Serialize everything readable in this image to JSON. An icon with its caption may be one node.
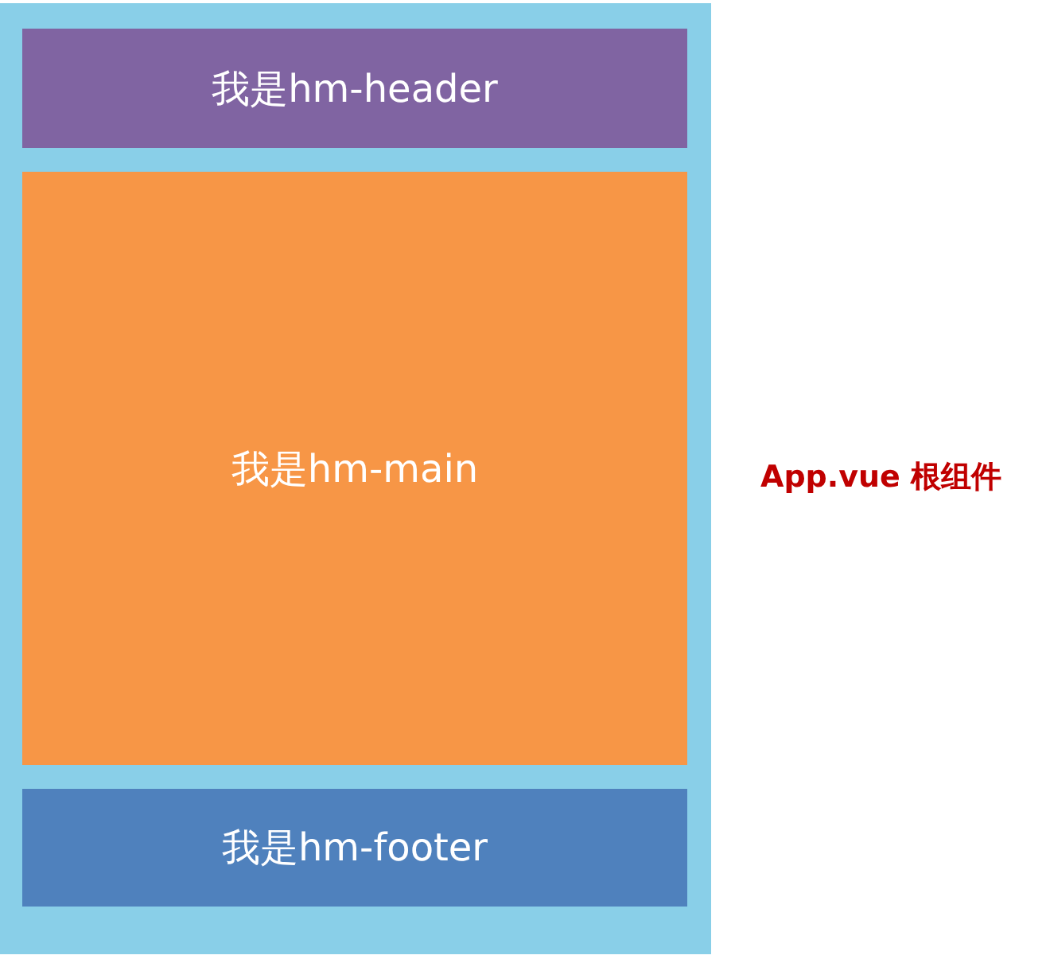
{
  "diagram": {
    "nodes": [
      {
        "text": [],
        "shape": "box",
        "beside": [
          "App.vue 根组件"
        ]
      },
      {
        "text": [
          "我是hm-header"
        ],
        "in": 0
      },
      {
        "text": [
          "我是hm-main"
        ],
        "in": 0
      },
      {
        "text": [
          "我是hm-footer"
        ],
        "in": 0
      }
    ]
  }
}
